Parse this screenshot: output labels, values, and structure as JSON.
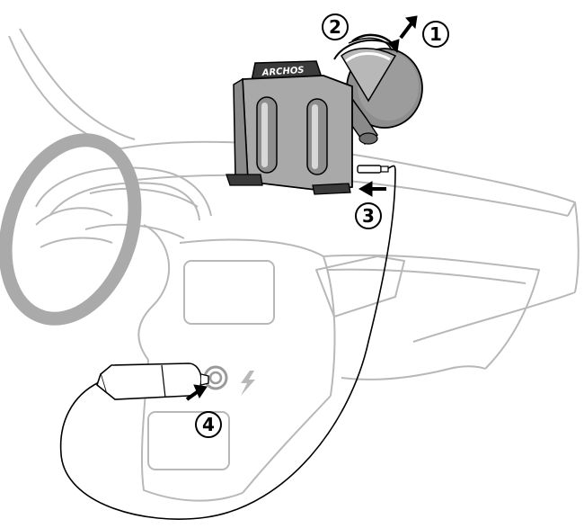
{
  "diagram": {
    "brand_label": "ARCHOS",
    "steps": [
      {
        "id": "step-1",
        "label": "1"
      },
      {
        "id": "step-2",
        "label": "2"
      },
      {
        "id": "step-3",
        "label": "3"
      },
      {
        "id": "step-4",
        "label": "4"
      }
    ]
  },
  "icons": {
    "power": "lightning-icon",
    "arrows": "arrow-icon"
  },
  "colors": {
    "car_outline": "#b8b8b8",
    "steering_wheel": "#aaaaaa",
    "mount_body": "#a9a9a9",
    "mount_dark": "#3a3a3a",
    "suction_cup": "#8e8e8e",
    "cable": "#000000",
    "arrow": "#000000"
  }
}
